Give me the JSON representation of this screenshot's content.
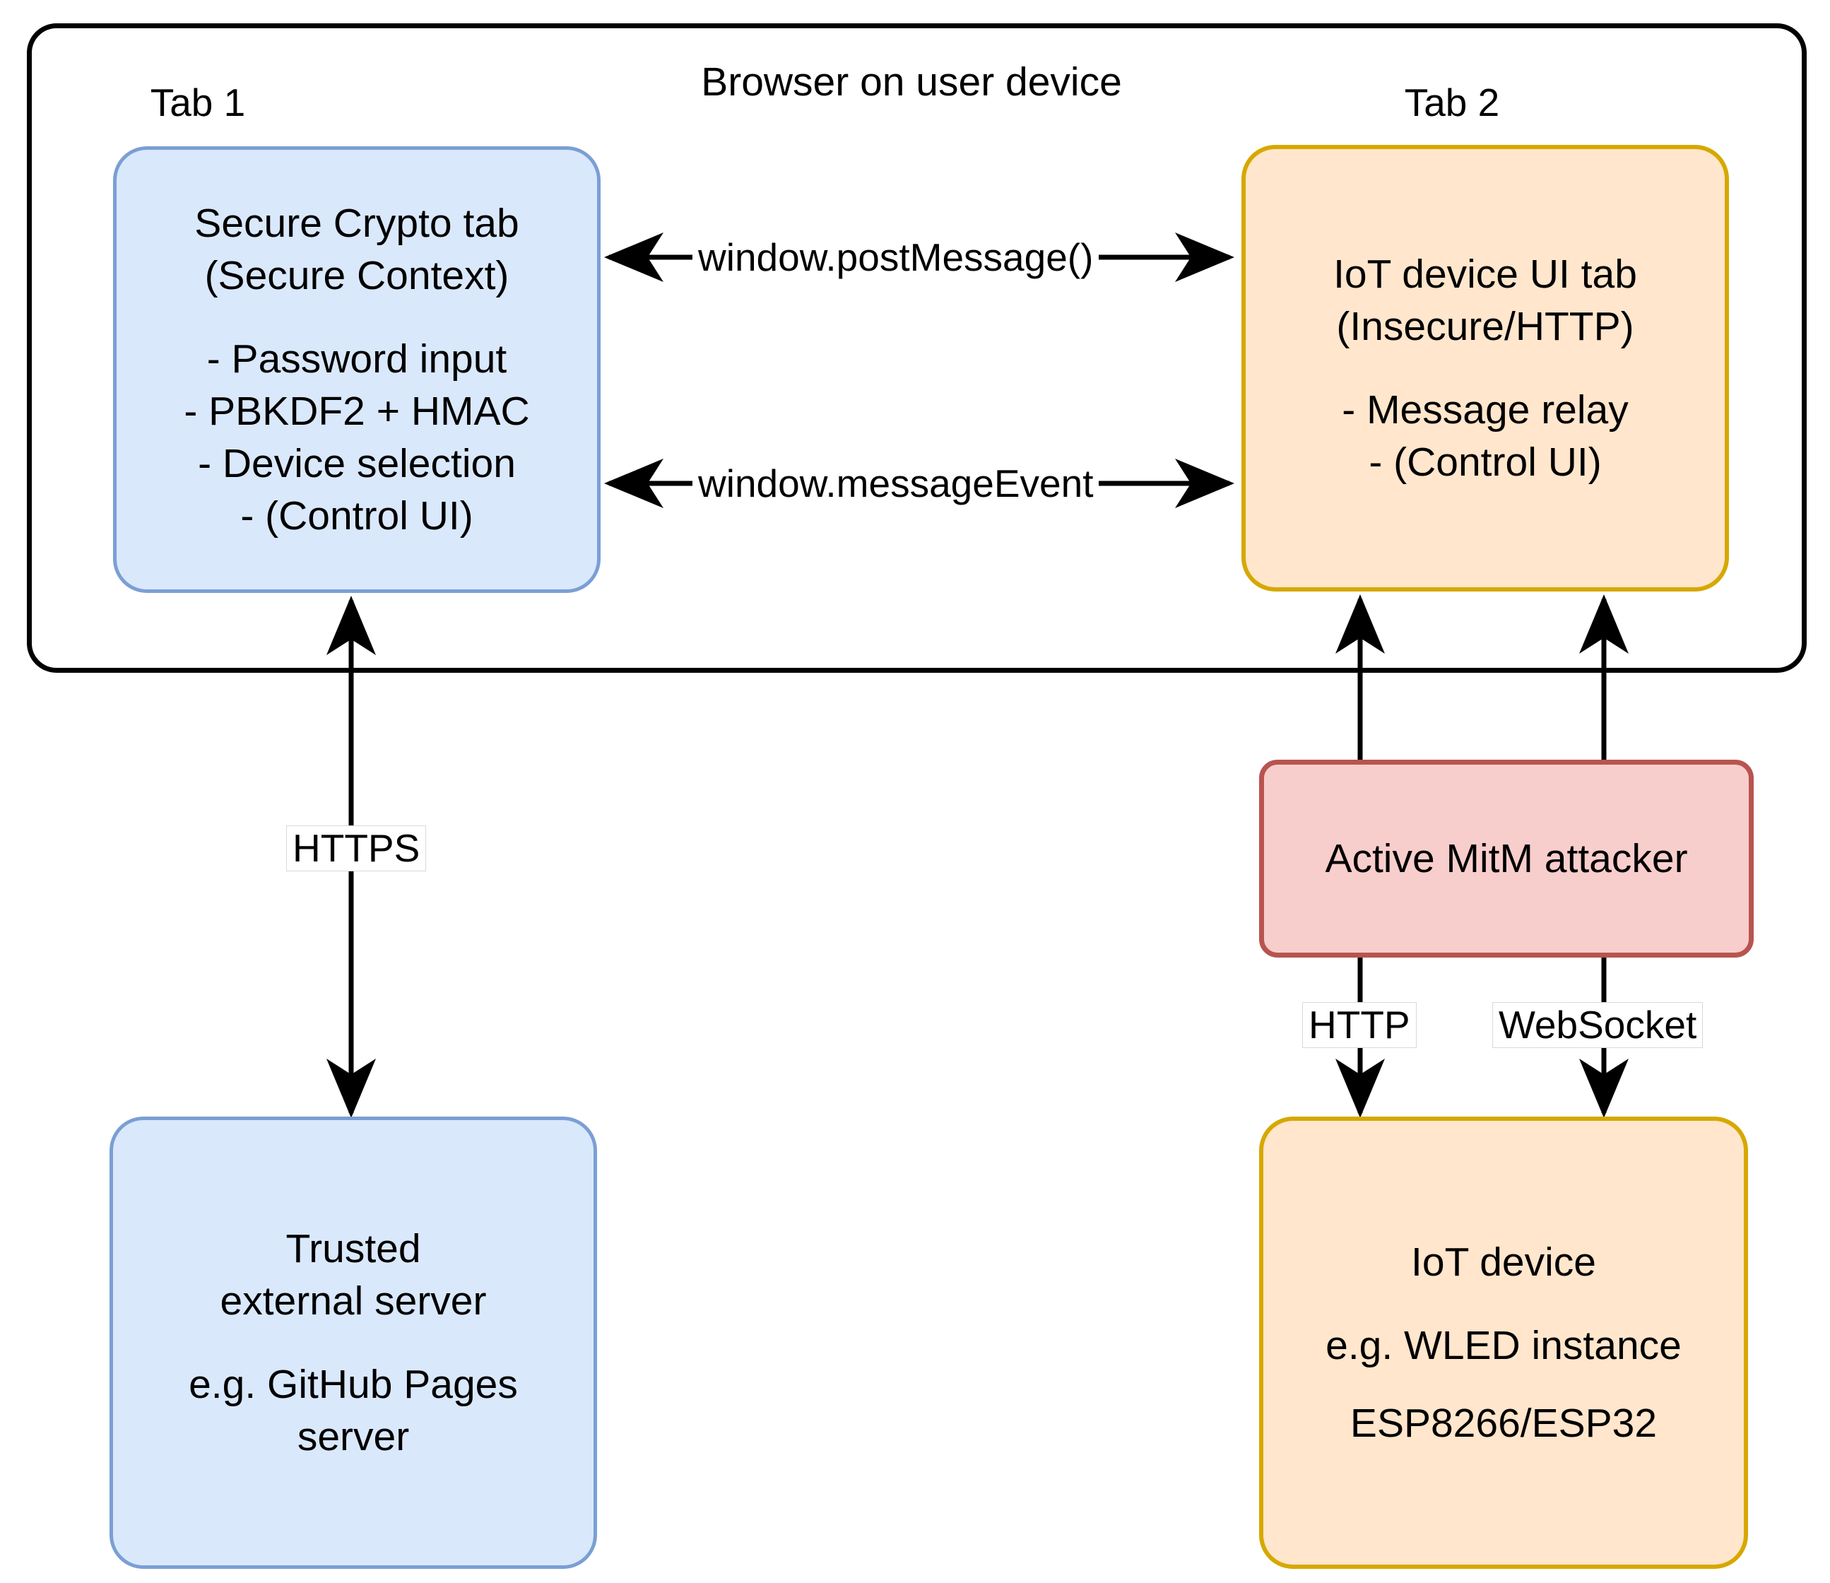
{
  "diagram": {
    "title": "Browser on user device",
    "tabs": {
      "tab1_caption": "Tab 1",
      "tab2_caption": "Tab 2"
    },
    "nodes": {
      "secure_crypto_tab": {
        "lines": [
          "Secure Crypto tab",
          "(Secure Context)",
          "- Password input",
          "- PBKDF2 + HMAC",
          "- Device selection",
          "- (Control UI)"
        ],
        "fill": "#dae8fc",
        "stroke": "#7a9fd4"
      },
      "iot_ui_tab": {
        "lines": [
          "IoT device UI tab",
          "(Insecure/HTTP)",
          "- Message relay",
          "- (Control UI)"
        ],
        "fill": "#ffe6cc",
        "stroke": "#d6a800"
      },
      "mitm": {
        "lines": [
          "Active MitM attacker"
        ],
        "fill": "#f8cecc",
        "stroke": "#b85450"
      },
      "trusted_server": {
        "lines": [
          "Trusted",
          "external server",
          "e.g. GitHub Pages",
          "server"
        ],
        "fill": "#dae8fc",
        "stroke": "#7a9fd4"
      },
      "iot_device": {
        "lines": [
          "IoT device",
          "e.g. WLED instance",
          "ESP8266/ESP32"
        ],
        "fill": "#ffe6cc",
        "stroke": "#d6a800"
      }
    },
    "edges": {
      "post_message": "window.postMessage()",
      "message_event": "window.messageEvent",
      "https": "HTTPS",
      "http": "HTTP",
      "websocket": "WebSocket"
    }
  }
}
